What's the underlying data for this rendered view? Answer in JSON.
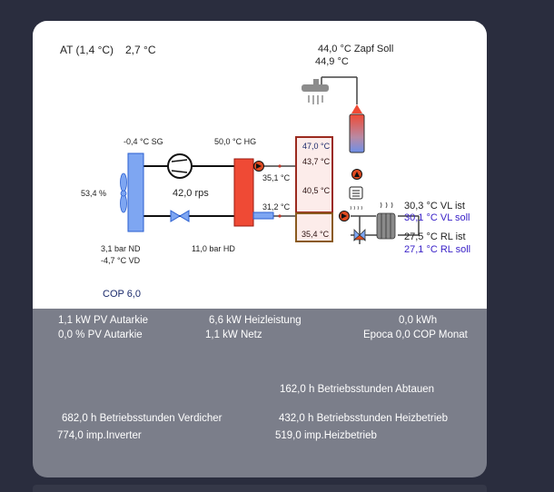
{
  "diagram": {
    "at_label": "AT (1,4 °C)",
    "at_value": "2,7 °C",
    "zapf_soll": "44,0 °C Zapf Soll",
    "zapf_ist": "44,9 °C",
    "sg": "-0,4 °C SG",
    "hg": "50,0 °C HG",
    "fan_percent": "53,4 %",
    "rps": "42,0 rps",
    "t_351": "35,1 °C",
    "t_312": "31,2 °C",
    "tank_top": "47,0 °C",
    "tank_mid": "43,7 °C",
    "tank_low": "40,5 °C",
    "tank_bottom": "35,4 °C",
    "vl_ist": "30,3 °C VL ist",
    "vl_soll": "30,1 °C VL soll",
    "rl_ist": "27,5 °C RL ist",
    "rl_soll": "27,1 °C RL soll",
    "nd": "3,1 bar ND",
    "vd": "-4,7 °C VD",
    "hd": "11,0 bar HD",
    "cop": "COP 6,0"
  },
  "stats": {
    "pv_kw": "1,1 kW PV Autarkie",
    "pv_pct": "0,0 % PV Autarkie",
    "heizleistung": "6,6 kW Heizleistung",
    "netz": "1,1 kW Netz",
    "kwh": "0,0 kWh",
    "epoca": "Epoca 0,0 COP Monat",
    "abtauen": "162,0 h Betriebsstunden Abtauen",
    "verdichter": "682,0 h Betriebsstunden Verdicher",
    "heizbetrieb": "432,0 h Betriebsstunden Heizbetrieb",
    "inverter": "774,0 imp.Inverter",
    "imp_heiz": "519,0 imp.Heizbetrieb"
  },
  "colors": {
    "page_bg": "#2a2d3e",
    "card_stats_bg": "#7b7e8a",
    "evaporator": "#7ea6f2",
    "condenser": "#ef4a35",
    "soll_text": "#3a22c8"
  }
}
